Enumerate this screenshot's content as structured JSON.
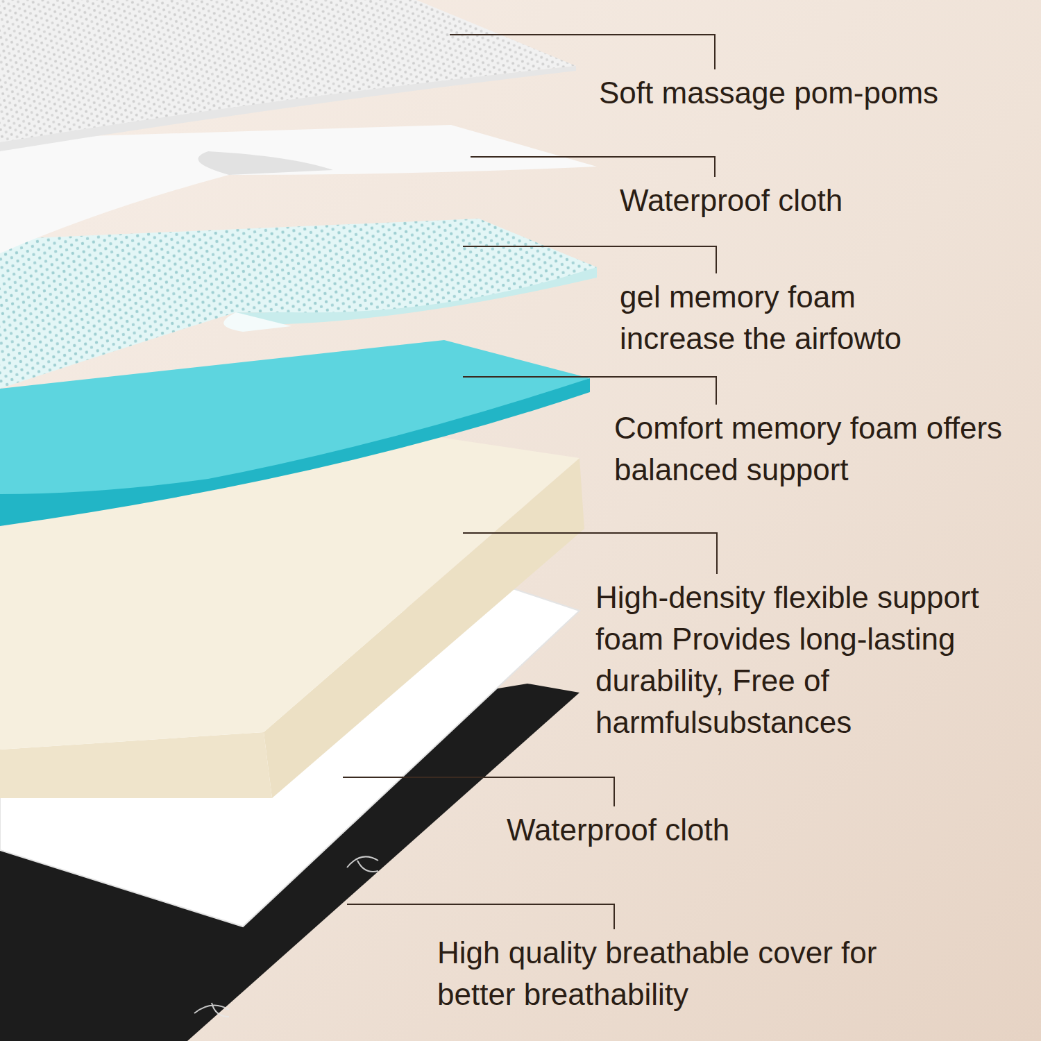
{
  "diagram": {
    "labels": [
      "Soft massage pom-poms",
      "Waterproof cloth",
      "gel memory foam increase the airfowto",
      "Comfort memory foam offers balanced support",
      "High-density flexible support foam Provides long-lasting durability, Free of harmfulsubstances",
      "Waterproof cloth",
      "High quality breathable cover for better breathability"
    ]
  }
}
